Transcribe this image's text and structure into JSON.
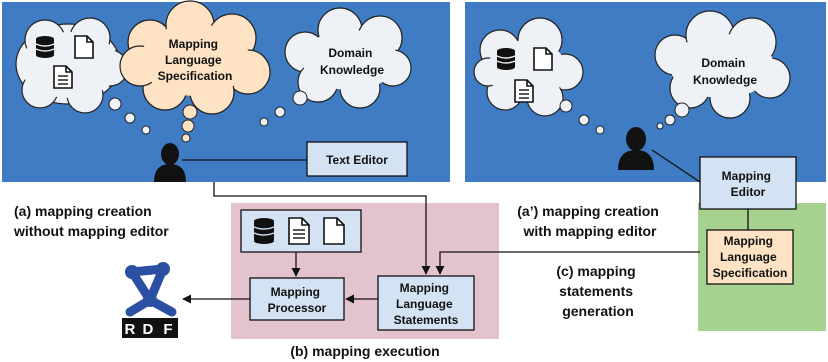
{
  "panel_a": {
    "cloud_spec": [
      "Mapping",
      "Language",
      "Specification"
    ],
    "cloud_domain": [
      "Domain",
      "Knowledge"
    ],
    "text_editor": "Text Editor",
    "caption": [
      "(a) mapping creation",
      "without mapping editor"
    ]
  },
  "panel_a2": {
    "cloud_domain": [
      "Domain",
      "Knowledge"
    ],
    "mapping_editor": [
      "Mapping",
      "Editor"
    ],
    "caption": [
      "(a’) mapping creation",
      "with mapping editor"
    ]
  },
  "panel_b": {
    "processor": [
      "Mapping",
      "Processor"
    ],
    "statements": [
      "Mapping",
      "Language",
      "Statements"
    ],
    "caption": "(b) mapping execution"
  },
  "panel_c": {
    "spec_box": [
      "Mapping",
      "Language",
      "Specification"
    ],
    "caption": [
      "(c) mapping",
      "statements",
      "generation"
    ]
  },
  "rdf_logo": {
    "letters": [
      "R",
      "D",
      "F"
    ]
  },
  "colors": {
    "blue_panel": "#3f7cc4",
    "pink_panel": "#e3c4ce",
    "green_panel": "#a7d18e",
    "light_blue_box": "#d4e3f3",
    "spec_cloud": "#fde3c4",
    "white_cloud": "#eef2f7",
    "rdf_blue": "#2b4fa3"
  }
}
